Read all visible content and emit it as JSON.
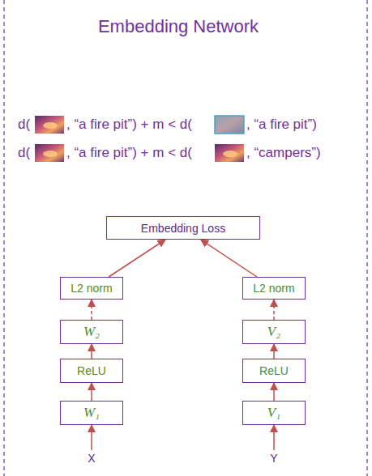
{
  "diagram": {
    "title": "Embedding Network",
    "nodes": [
      {
        "text": [
          "Embedding Loss"
        ]
      },
      {
        "text": [
          "L2 norm"
        ]
      },
      {
        "text": [
          "L2 norm"
        ]
      },
      {
        "text": [
          "W₂"
        ]
      },
      {
        "text": [
          "V₂"
        ]
      },
      {
        "text": [
          "ReLU"
        ]
      },
      {
        "text": [
          "ReLU"
        ]
      },
      {
        "text": [
          "W₁"
        ]
      },
      {
        "text": [
          "V₁"
        ]
      },
      {
        "text": [
          "X"
        ]
      },
      {
        "text": [
          "Y"
        ]
      }
    ],
    "edges": [
      {
        "from": 9,
        "to": 7,
        "arrow": "to"
      },
      {
        "from": 7,
        "to": 5,
        "arrow": "to"
      },
      {
        "from": 5,
        "to": 3,
        "arrow": "to"
      },
      {
        "from": 3,
        "to": 1,
        "arrow": "to"
      },
      {
        "from": 1,
        "to": 0,
        "arrow": "to"
      },
      {
        "from": 10,
        "to": 8,
        "arrow": "to"
      },
      {
        "from": 8,
        "to": 6,
        "arrow": "to"
      },
      {
        "from": 6,
        "to": 4,
        "arrow": "to"
      },
      {
        "from": 4,
        "to": 2,
        "arrow": "to"
      },
      {
        "from": 2,
        "to": 0,
        "arrow": "to"
      }
    ],
    "labels": [
      "d(",
      ", “a fire pit”) + m < d(",
      ", “a fire pit”)",
      "d(",
      ", “a fire pit”) + m < d(",
      ", “campers”)"
    ]
  }
}
